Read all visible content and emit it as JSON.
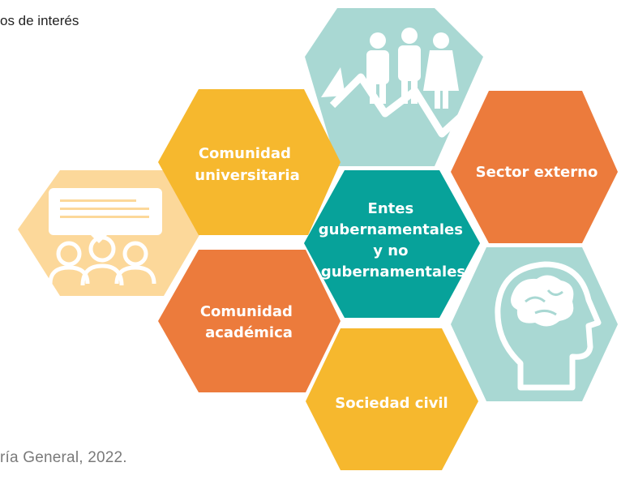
{
  "caption": "os de interés",
  "source": "ría General, 2022.",
  "colors": {
    "yellow": "#F6B82E",
    "orange": "#EC7B3C",
    "teal": "#07A29A",
    "light_teal": "#A9D8D3",
    "light_yellow": "#FCD89A"
  },
  "hexagons": {
    "center": {
      "label_lines": [
        "Entes",
        "gubernamentales",
        "y no",
        "gubernamentales"
      ]
    },
    "universitaria": {
      "label_lines": [
        "Comunidad",
        "universitaria"
      ]
    },
    "externo": {
      "label_lines": [
        "Sector externo"
      ]
    },
    "academica": {
      "label_lines": [
        "Comunidad",
        "académica"
      ]
    },
    "civil": {
      "label_lines": [
        "Sociedad civil"
      ]
    },
    "people_growth": {
      "icon": "people-growth-icon"
    },
    "meeting": {
      "icon": "meeting-chat-icon"
    },
    "brain": {
      "icon": "brain-head-icon"
    }
  }
}
